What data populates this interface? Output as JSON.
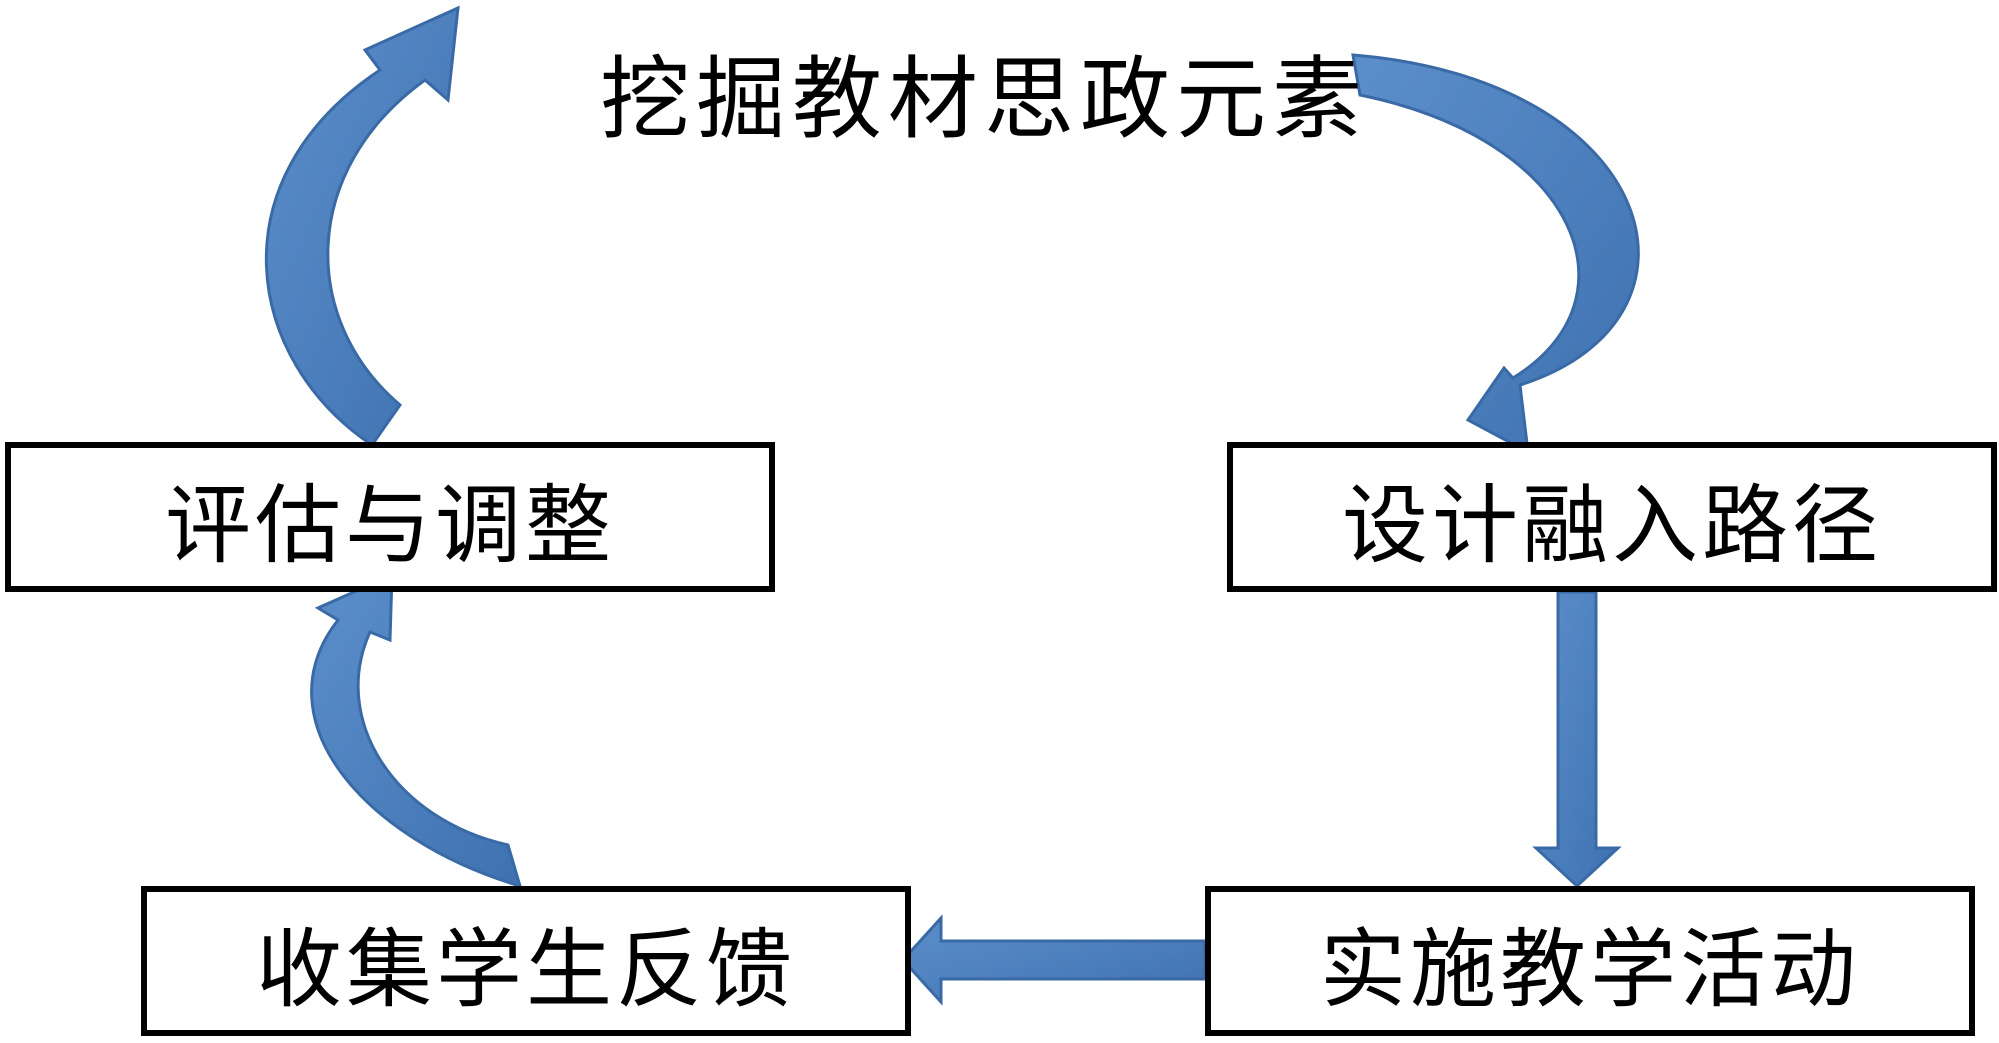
{
  "diagram": {
    "colors": {
      "arrow": "#4f81bd",
      "arrow_stroke": "#3a6aa6",
      "box_border": "#000000"
    },
    "nodes": {
      "mine": {
        "label": "挖掘教材思政元素"
      },
      "design": {
        "label": "设计融入路径"
      },
      "implement": {
        "label": "实施教学活动"
      },
      "collect": {
        "label": "收集学生反馈"
      },
      "evaluate": {
        "label": "评估与调整"
      }
    },
    "edges": [
      {
        "from": "mine",
        "to": "design",
        "kind": "curved-arrow"
      },
      {
        "from": "design",
        "to": "implement",
        "kind": "straight-arrow"
      },
      {
        "from": "implement",
        "to": "collect",
        "kind": "straight-arrow"
      },
      {
        "from": "collect",
        "to": "evaluate",
        "kind": "curved-arrow"
      },
      {
        "from": "evaluate",
        "to": "mine",
        "kind": "curved-arrow"
      }
    ]
  }
}
